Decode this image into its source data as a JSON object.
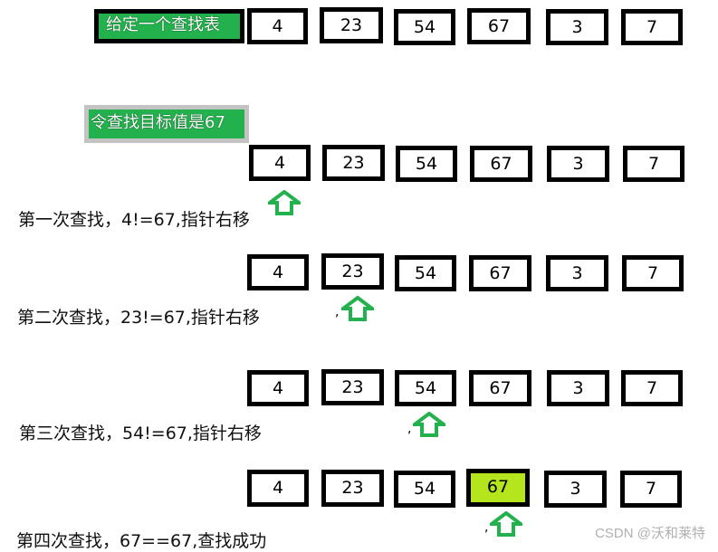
{
  "title_label": "给定一个查找表",
  "target_label": "令查找目标值是67",
  "array": [
    "4",
    "23",
    "54",
    "67",
    "3",
    "7"
  ],
  "target_value": "67",
  "colors": {
    "label_green": "#22b14c",
    "found_cell": "#b5e61d",
    "arrow_green": "#22b14c",
    "border": "#000000"
  },
  "steps": [
    {
      "text": "第一次查找，4!=67,指针右移",
      "pointer_index": 0
    },
    {
      "text": "第二次查找，23!=67,指针右移",
      "pointer_index": 1
    },
    {
      "text": "第三次查找，54!=67,指针右移",
      "pointer_index": 2
    },
    {
      "text": "第四次查找，67==67,查找成功",
      "pointer_index": 3
    }
  ],
  "stray_marks": [
    ",",
    ",",
    ","
  ],
  "watermark": "CSDN @沃和莱特"
}
